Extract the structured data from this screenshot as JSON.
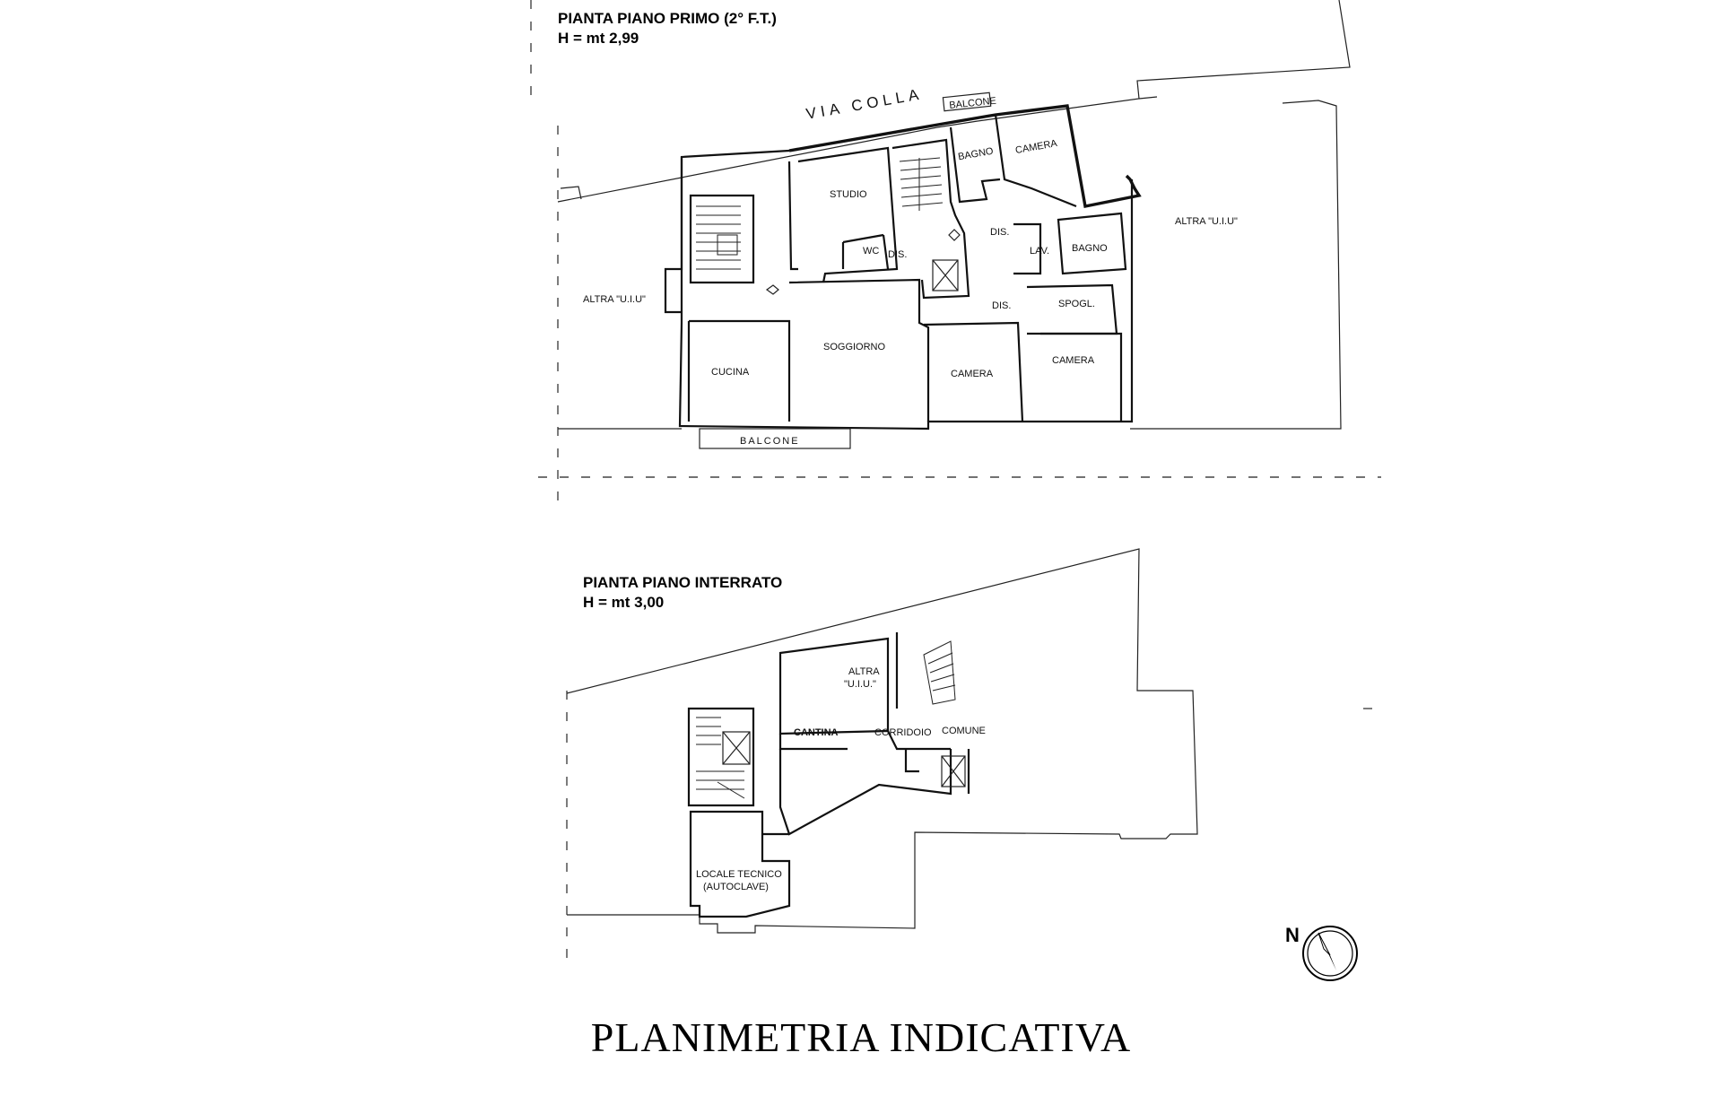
{
  "plans": [
    {
      "title": "PIANTA PIANO PRIMO (2° F.T.)",
      "height": "H = mt  2,99",
      "street": "VIA COLLA",
      "rooms": {
        "balcone_top": "BALCONE",
        "bagno_1": "BAGNO",
        "camera_1": "CAMERA",
        "studio": "STUDIO",
        "wc": "WC",
        "dis_1": "DIS.",
        "dis_2": "DIS.",
        "dis_3": "DIS.",
        "lav": "LAV.",
        "bagno_2": "BAGNO",
        "altra_uiu_left": "ALTRA \"U.I.U\"",
        "altra_uiu_right": "ALTRA \"U.I.U\"",
        "spogl": "SPOGL.",
        "soggiorno": "SOGGIORNO",
        "cucina": "CUCINA",
        "camera_2": "CAMERA",
        "camera_3": "CAMERA",
        "balcone_bottom": "BALCONE"
      }
    },
    {
      "title": "PIANTA PIANO INTERRATO",
      "height": "H = mt  3,00",
      "rooms": {
        "altra_uiu_1": "ALTRA",
        "altra_uiu_2": "\"U.I.U.\"",
        "cantina": "CANTINA",
        "corridoio": "CORRIDOIO",
        "comune": "COMUNE",
        "locale_tecnico": "LOCALE TECNICO",
        "autoclave": "(AUTOCLAVE)"
      }
    }
  ],
  "compass": {
    "label": "N",
    "icon": "north-arrow-icon"
  },
  "footer_title": "PLANIMETRIA INDICATIVA"
}
